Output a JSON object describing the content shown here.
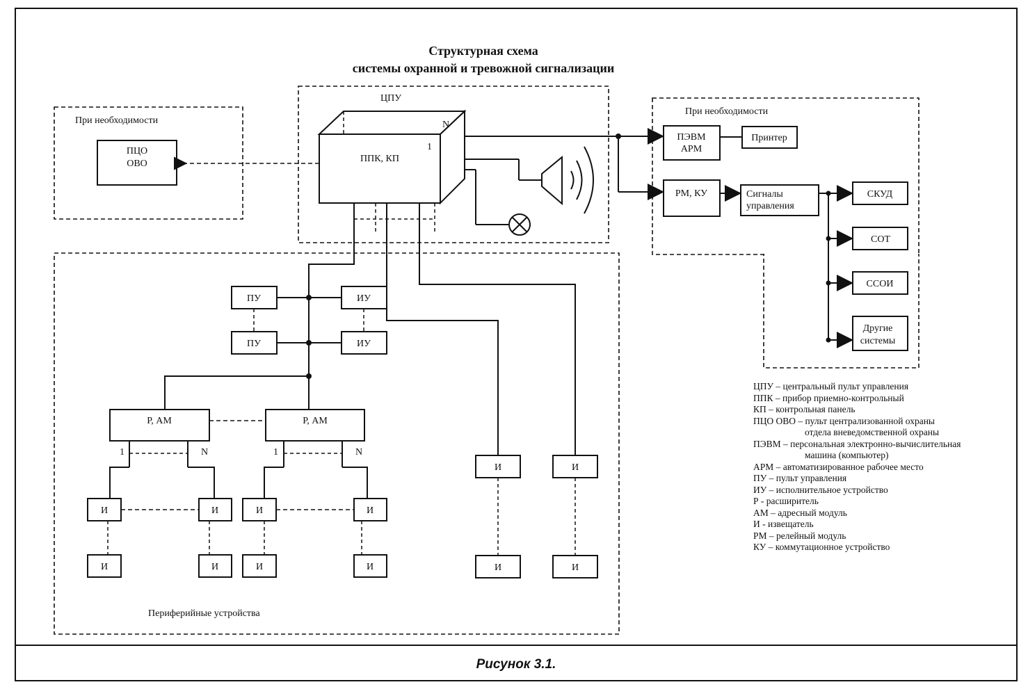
{
  "title": {
    "line1": "Структурная схема",
    "line2": "системы охранной и тревожной сигнализации"
  },
  "groups": {
    "cpu": "ЦПУ",
    "left_optional": "При необходимости",
    "right_optional": "При необходимости",
    "peripheral": "Периферийные устройства"
  },
  "nodes": {
    "ppk_kp": "ППК, КП",
    "ppk_n": "N",
    "ppk_1": "1",
    "pco_line1": "ПЦО",
    "pco_line2": "ОВО",
    "pevm_line1": "ПЭВМ",
    "pevm_line2": "АРМ",
    "printer": "Принтер",
    "rm_ku": "РМ, КУ",
    "signals_line1": "Сигналы",
    "signals_line2": "управления",
    "skud": "СКУД",
    "sot": "СОТ",
    "ssoi": "ССОИ",
    "other_line1": "Другие",
    "other_line2": "системы",
    "pu": "ПУ",
    "iu": "ИУ",
    "r_am": "Р, АМ",
    "i": "И",
    "port_1": "1",
    "port_n": "N"
  },
  "legend": [
    "ЦПУ – центральный пульт управления",
    "ППК – прибор приемно-контрольный",
    "КП – контрольная панель",
    "ПЦО ОВО – пульт централизованной охраны",
    "отдела вневедомственной охраны",
    "ПЭВМ – персональная электронно-вычислительная",
    "машина (компьютер)",
    "АРМ – автоматизированное рабочее место",
    "ПУ – пульт управления",
    "ИУ – исполнительное устройство",
    "Р - расширитель",
    "АМ – адресный модуль",
    "И - извещатель",
    "РМ – релейный модуль",
    "КУ – коммутационное устройство"
  ],
  "caption": "Рисунок 3.1.",
  "icons": [
    "siren-icon",
    "lamp-icon"
  ]
}
